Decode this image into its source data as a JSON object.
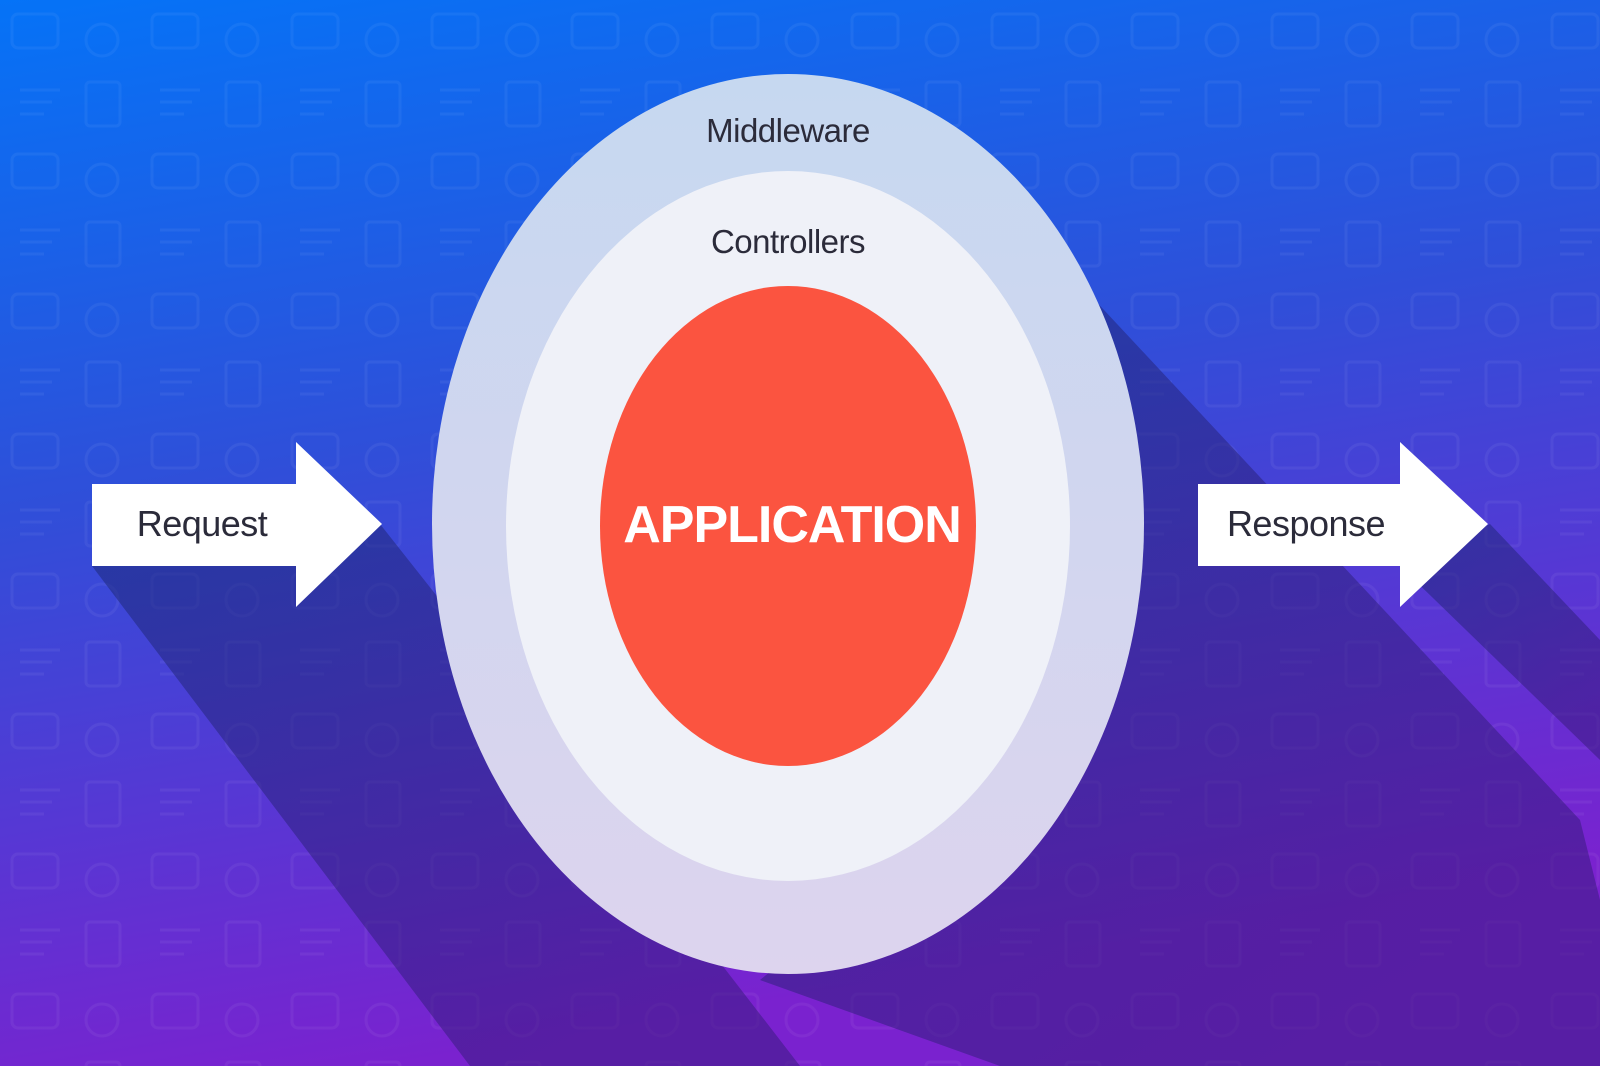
{
  "diagram": {
    "outer_layer": {
      "label": "Middleware",
      "color": "#c9d9ef"
    },
    "middle_layer": {
      "label": "Controllers",
      "color": "#eef1f8"
    },
    "core": {
      "label": "APPLICATION",
      "color": "#fb5440"
    },
    "input_arrow": {
      "label": "Request",
      "color": "#ffffff"
    },
    "output_arrow": {
      "label": "Response",
      "color": "#ffffff"
    }
  },
  "background": {
    "gradient_top": "#0573f7",
    "gradient_bottom": "#7a22cf",
    "shadow_color": "#261e6e"
  }
}
